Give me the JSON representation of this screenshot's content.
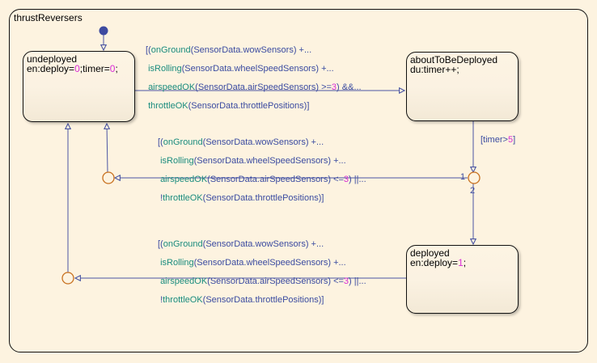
{
  "chart": {
    "title": "thrustReversers"
  },
  "colors": {
    "background": "#fdf3e0",
    "transition": "#4b56a3",
    "junction": "#c8711f",
    "default_dot": "#3d4aa0",
    "function_name": "#1a8c7e",
    "number_literal": "#d92bd6",
    "label_text": "#3a4ba0"
  },
  "states": {
    "undeployed": {
      "name": "undeployed",
      "action_prefix": "en:deploy=",
      "action_num1": "0",
      "action_mid": ";timer=",
      "action_num2": "0",
      "action_suffix": ";"
    },
    "aboutToBeDeployed": {
      "name": "aboutToBeDeployed",
      "action": "du:timer++;"
    },
    "deployed": {
      "name": "deployed",
      "action_prefix": "en:deploy=",
      "action_num": "1",
      "action_suffix": ";"
    }
  },
  "transitions": {
    "to_about": {
      "l1_pre": "[(",
      "l1_fn": "onGround",
      "l1_rest": "(SensorData.wowSensors) +...",
      "l2_fn": "isRolling",
      "l2_rest": "(SensorData.wheelSpeedSensors) +...",
      "l3_fn": "airspeedOK",
      "l3_rest": "(SensorData.airSpeedSensors) >=",
      "l3_num": "3",
      "l3_end": ") &&...",
      "l4_fn": "throttleOK",
      "l4_rest": "(SensorData.throttlePositions)]"
    },
    "timer": {
      "pre": "[timer>",
      "num": "5",
      "post": "]"
    },
    "back_from_about": {
      "l1_pre": "[(",
      "l1_fn": "onGround",
      "l1_rest": "(SensorData.wowSensors) +...",
      "l2_fn": "isRolling",
      "l2_rest": "(SensorData.wheelSpeedSensors) +...",
      "l3_fn": "airspeedOK",
      "l3_rest": "(SensorData.airSpeedSensors) <=",
      "l3_num": "3",
      "l3_end": ") ||...",
      "l4_pre": "!",
      "l4_fn": "throttleOK",
      "l4_rest": "(SensorData.throttlePositions)]"
    },
    "back_from_deployed": {
      "l1_pre": "[(",
      "l1_fn": "onGround",
      "l1_rest": "(SensorData.wowSensors) +...",
      "l2_fn": "isRolling",
      "l2_rest": "(SensorData.wheelSpeedSensors) +...",
      "l3_fn": "airspeedOK",
      "l3_rest": "(SensorData.airSpeedSensors) <=",
      "l3_num": "3",
      "l3_end": ") ||...",
      "l4_pre": "!",
      "l4_fn": "throttleOK",
      "l4_rest": "(SensorData.throttlePositions)]"
    },
    "priority_1": "1",
    "priority_2": "2"
  }
}
